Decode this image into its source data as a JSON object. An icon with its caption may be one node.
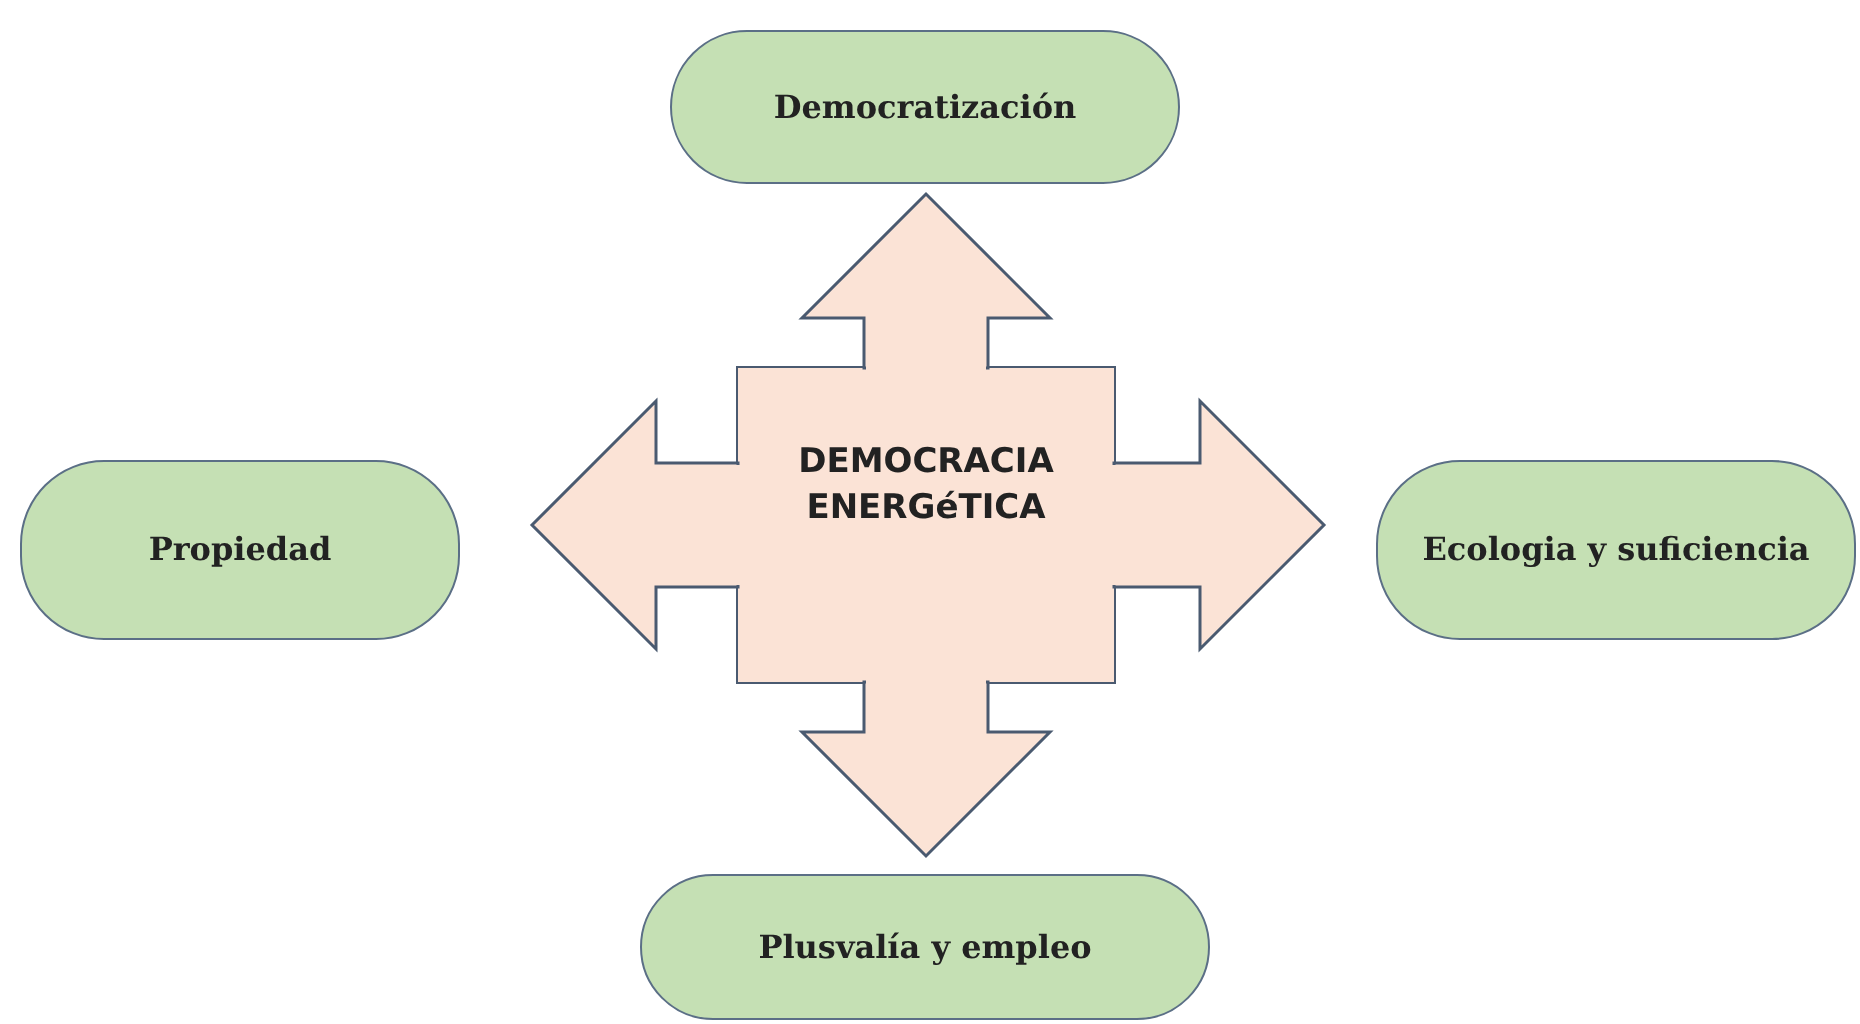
{
  "diagram": {
    "nodes": [
      {
        "text": [
          "DEMOCRACIA ENERGéTICA"
        ]
      },
      {
        "text": [
          "Democratización"
        ]
      },
      {
        "text": [
          "Propiedad"
        ]
      },
      {
        "text": [
          "Ecologia y suficiencia"
        ]
      },
      {
        "text": [
          "Plusvalía y empleo"
        ]
      }
    ],
    "edges": [
      {
        "from": 0,
        "to": 1,
        "arrow": "to"
      },
      {
        "from": 0,
        "to": 2,
        "arrow": "to"
      },
      {
        "from": 0,
        "to": 3,
        "arrow": "to"
      },
      {
        "from": 0,
        "to": 4,
        "arrow": "to"
      }
    ]
  }
}
